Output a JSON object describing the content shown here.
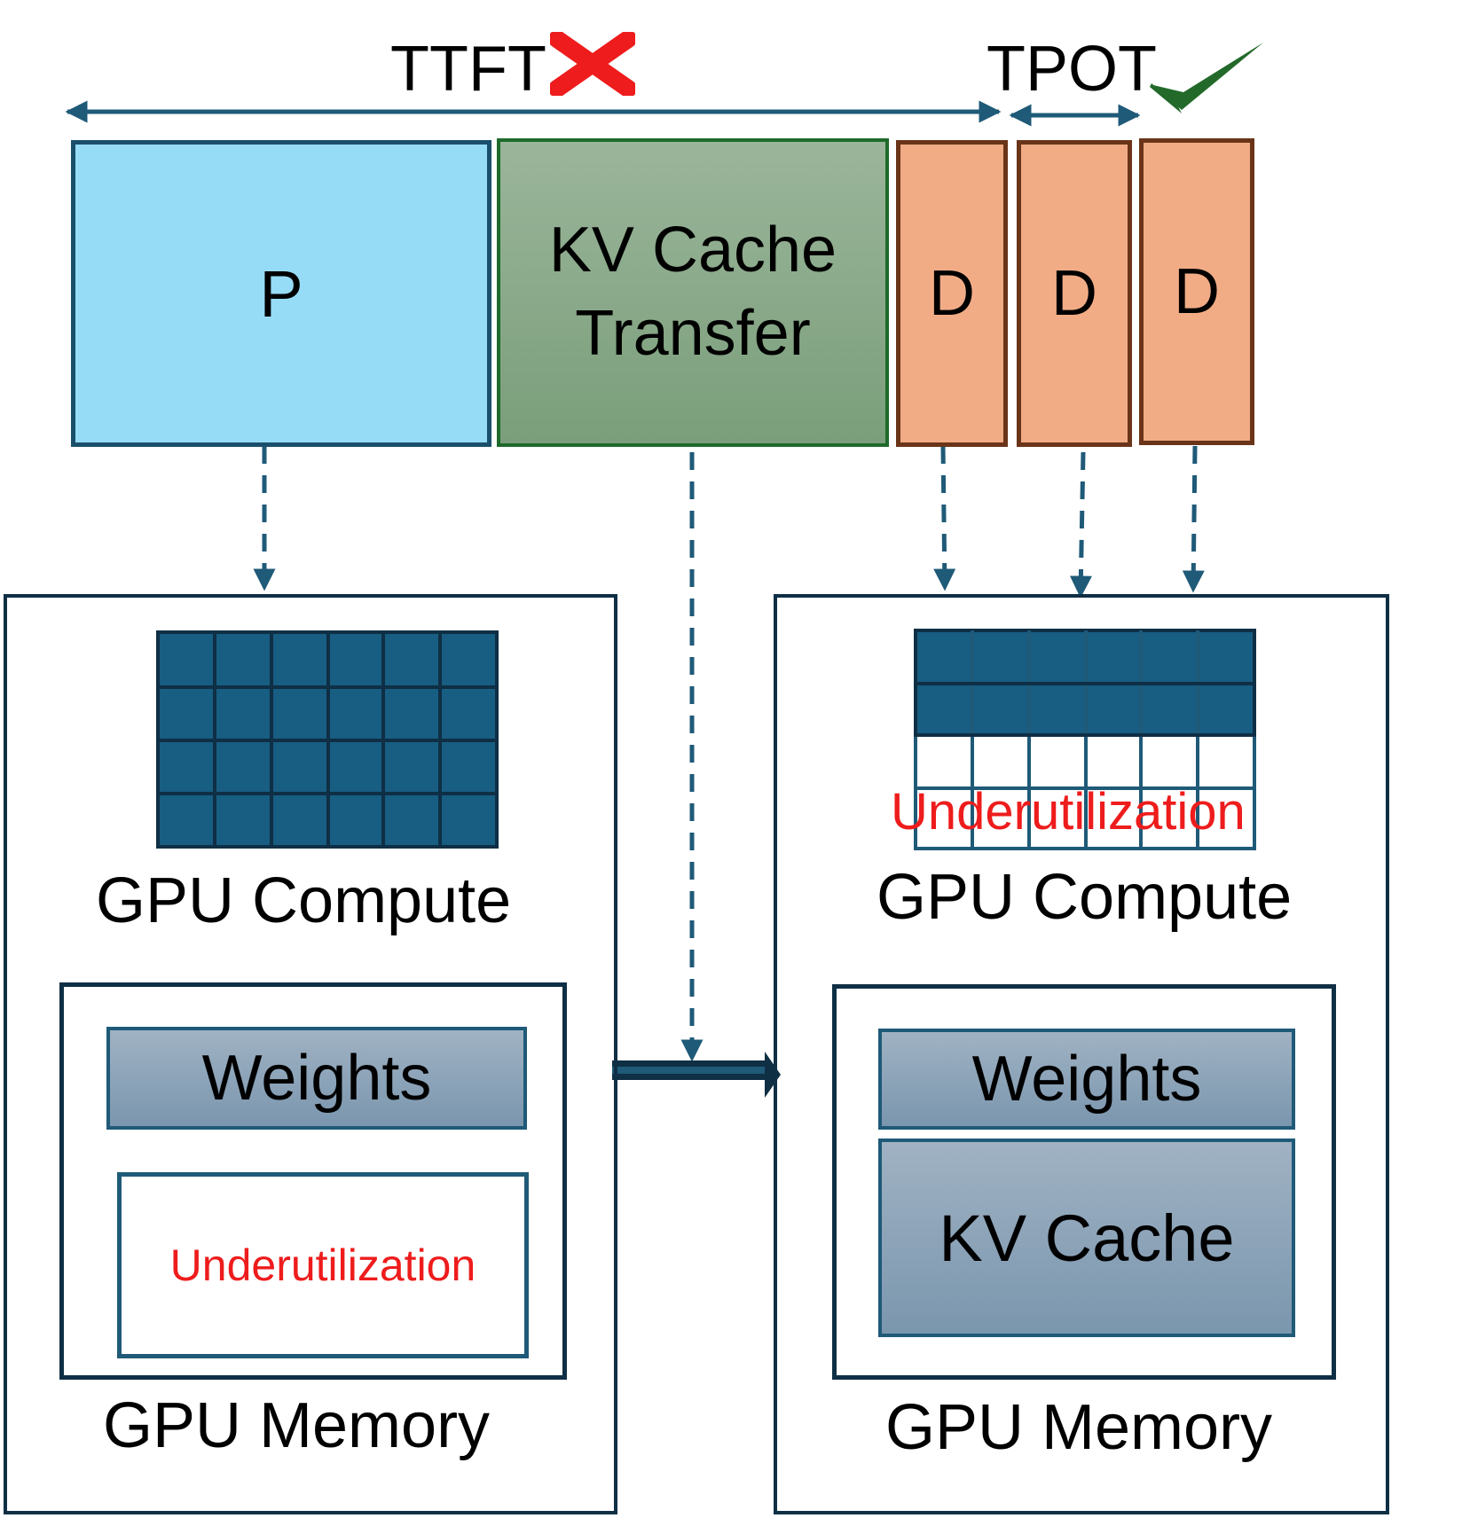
{
  "timeline": {
    "ttft_label": "TTFT",
    "tpot_label": "TPOT",
    "ttft_status_icon": "red-cross-icon",
    "tpot_status_icon": "green-check-icon"
  },
  "stages": {
    "prefill_label": "P",
    "kv_transfer_line1": "KV Cache",
    "kv_transfer_line2": "Transfer",
    "decode_labels": [
      "D",
      "D",
      "D"
    ]
  },
  "prefill_gpu": {
    "compute_label": "GPU Compute",
    "memory_label": "GPU Memory",
    "weights_label": "Weights",
    "underutilization_label": "Underutilization"
  },
  "decode_gpu": {
    "compute_label": "GPU Compute",
    "memory_label": "GPU Memory",
    "weights_label": "Weights",
    "kv_cache_label": "KV Cache",
    "underutilization_label": "Underutilization"
  },
  "colors": {
    "prefill": "#97dcf7",
    "kv_transfer_top": "#9bb59b",
    "kv_transfer_bottom": "#7a9e7a",
    "decode": "#f1ac86",
    "decode_border": "#6a3418",
    "grid": "#185d82",
    "arrow": "#1f5a78",
    "memory_block_top": "#a0b2c3",
    "memory_block_bottom": "#7a96ae",
    "cross": "#ee1c1c",
    "check": "#236a2a"
  }
}
